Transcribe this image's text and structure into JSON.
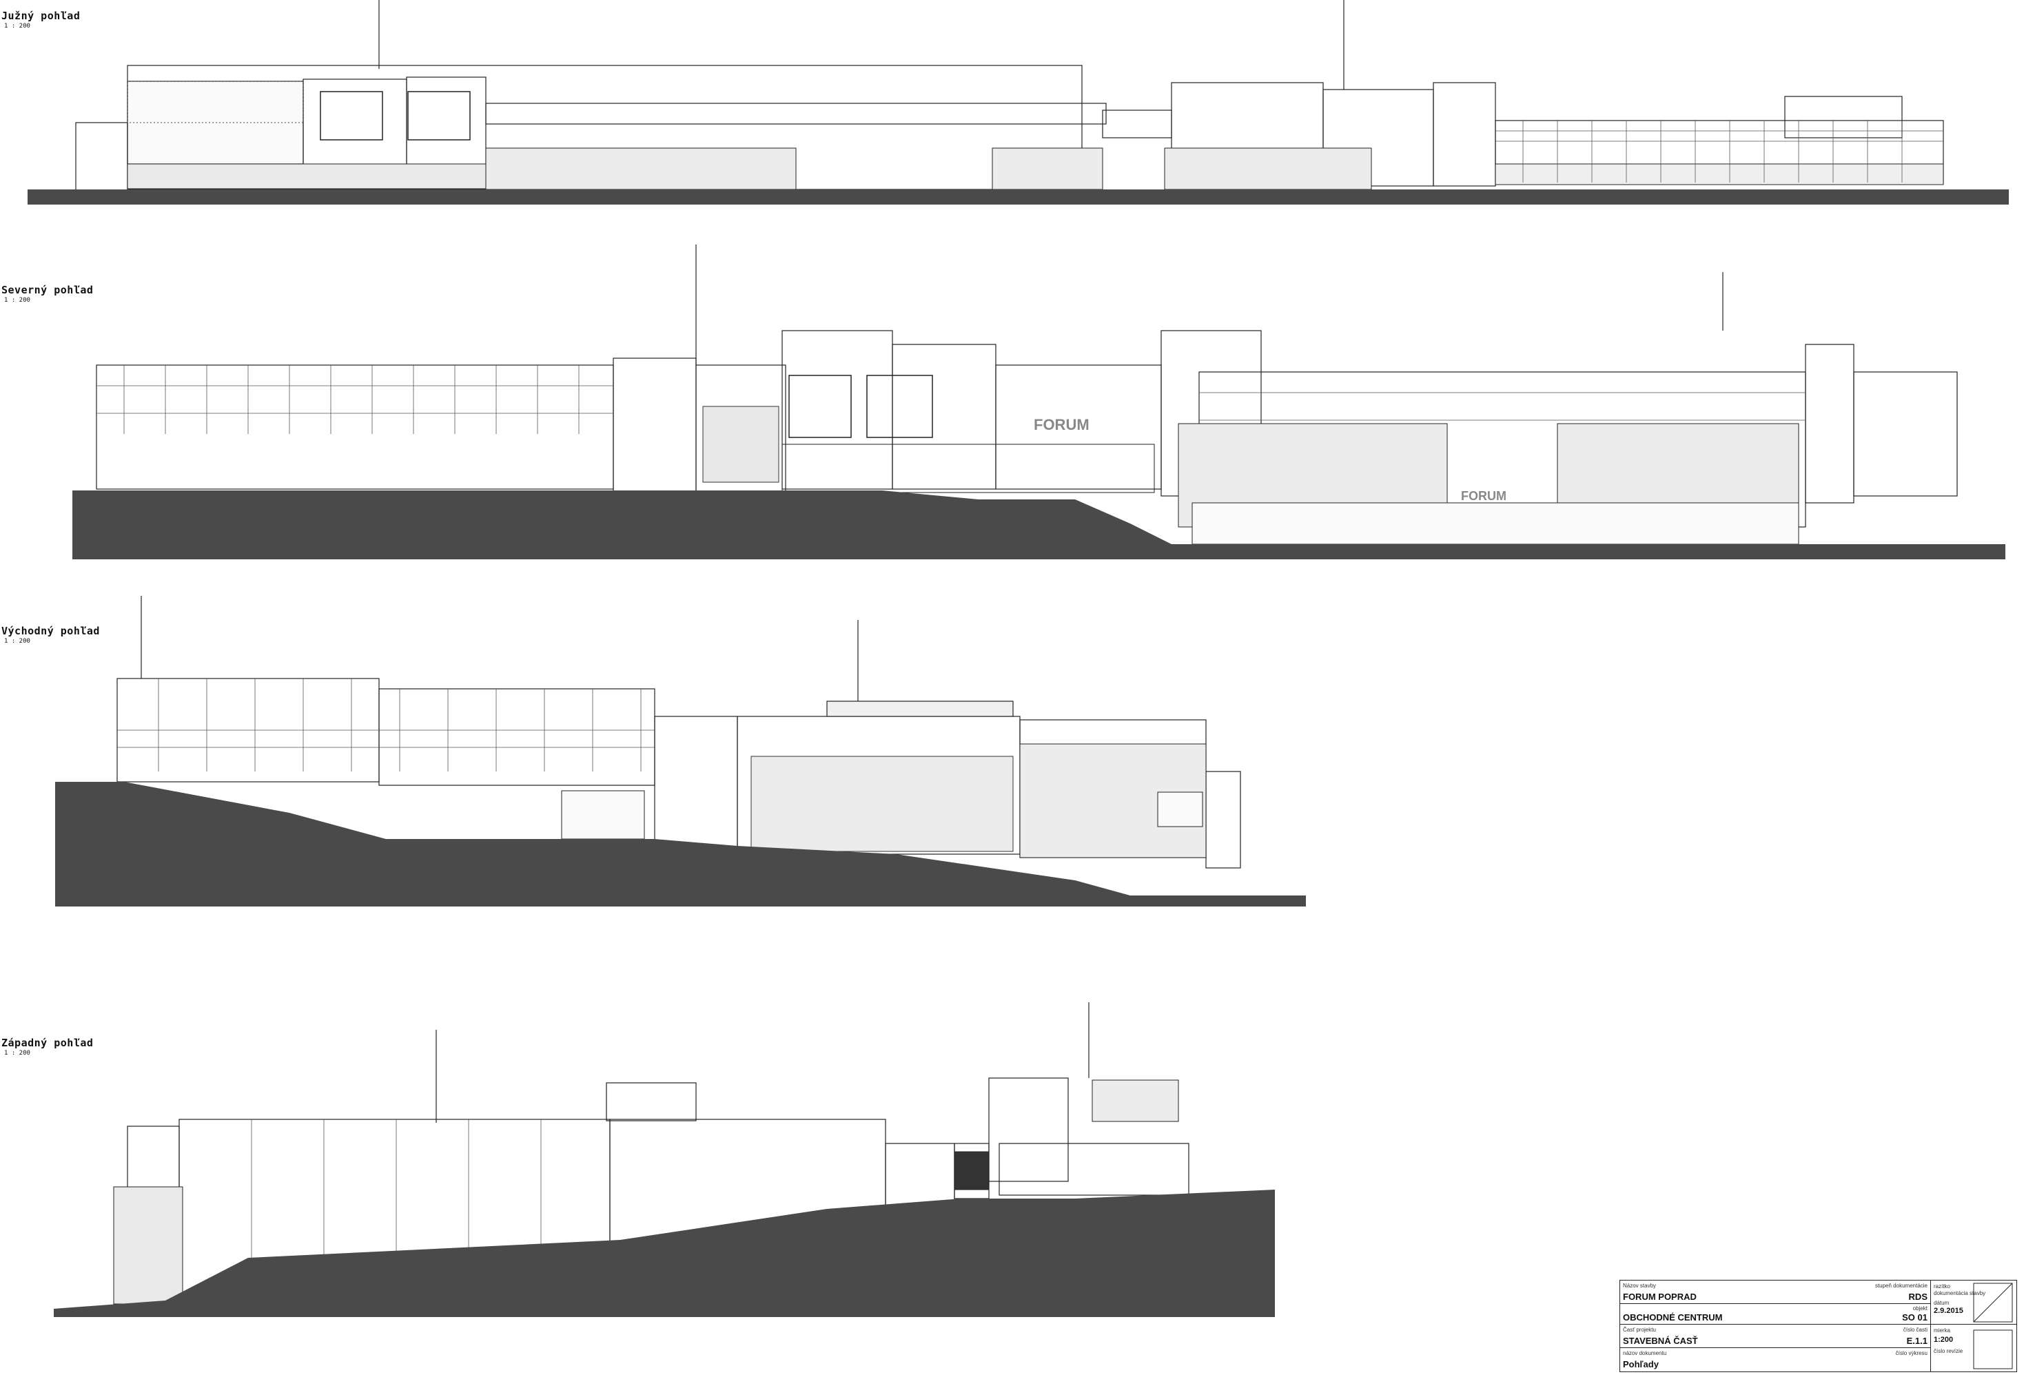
{
  "views": [
    {
      "title": "Južný pohľad",
      "scale": "1 : 200"
    },
    {
      "title": "Severný pohľad",
      "scale": "1 : 200"
    },
    {
      "title": "Východný pohľad",
      "scale": "1 : 200"
    },
    {
      "title": "Západný pohľad",
      "scale": "1 : 200"
    }
  ],
  "signage": {
    "north_upper": "FORUM",
    "north_lower": "FORUM"
  },
  "title_block": {
    "project_label": "Názov stavby",
    "project": "FORUM POPRAD",
    "stage_label": "stupeň dokumentácie",
    "stage": "RDS",
    "object_label": "objekt",
    "building": "OBCHODNÉ CENTRUM",
    "object": "SO 01",
    "part_label": "Časť projektu",
    "part": "STAVEBNÁ ČASŤ",
    "part_no_label": "číslo časti",
    "drawing_no": "E.1.1",
    "doc_label": "názov dokumentu",
    "doc": "Pohľady",
    "drawing_no_label": "číslo výkresu",
    "side_label_1": "razítko",
    "side_label_1b": "dokumentácia stavby",
    "date_label": "dátum",
    "date": "2.9.2015",
    "scale_label": "mierka",
    "scale": "1:200",
    "revision_label": "číslo revízie"
  },
  "colors": {
    "ground": "#4a4a4a",
    "line": "#222222",
    "stone": "#e6e6e6"
  }
}
